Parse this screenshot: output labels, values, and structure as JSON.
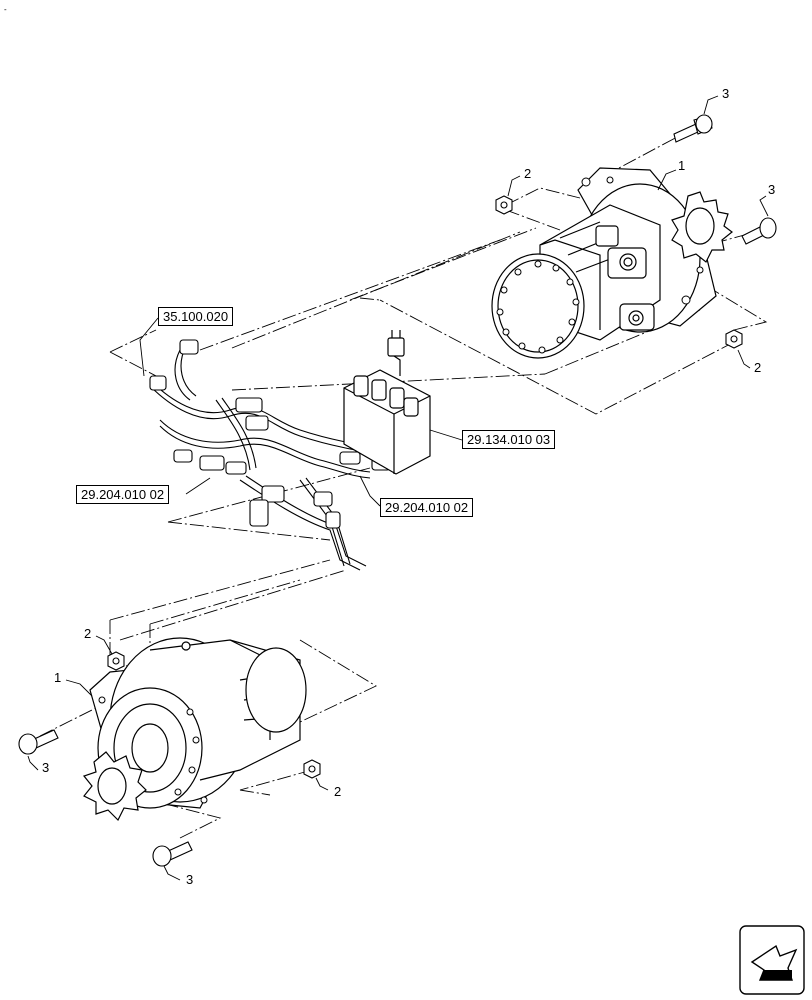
{
  "references": [
    {
      "label": "35.100.020"
    },
    {
      "label": "29.134.010 03"
    },
    {
      "label": "29.204.010 02"
    },
    {
      "label": "29.204.010 02"
    }
  ],
  "callouts": {
    "item1": "1",
    "item2": "2",
    "item3": "3"
  },
  "corner_mark": "-",
  "icons": [
    "motor-icon",
    "sprocket-icon",
    "bolt-icon",
    "nut-icon",
    "valve-block-icon",
    "hose-icon",
    "navigation-arrow-icon"
  ],
  "colors": {
    "line": "#000000",
    "background": "#ffffff"
  }
}
